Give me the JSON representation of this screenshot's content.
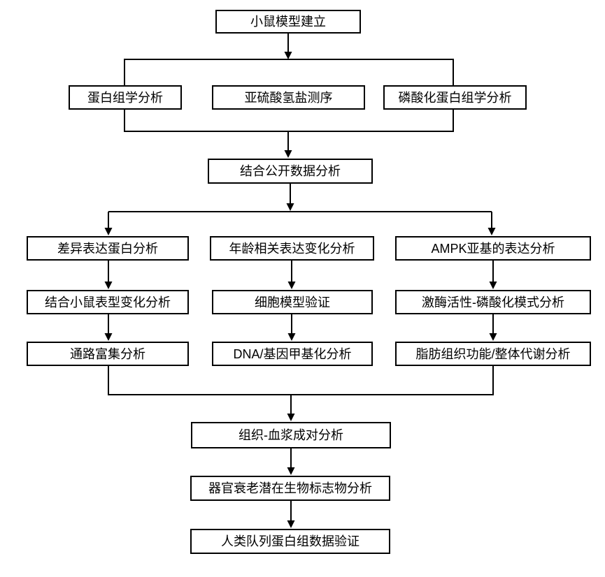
{
  "diagram": {
    "type": "flowchart",
    "background": "#ffffff",
    "line_color": "#000000",
    "box_fill": "#ffffff",
    "box_border_color": "#000000",
    "text_color": "#000000",
    "nodes": {
      "mouse_model": {
        "label": "小鼠模型建立"
      },
      "proteomics": {
        "label": "蛋白组学分析"
      },
      "bisulfite_seq": {
        "label": "亚硫酸氢盐测序"
      },
      "phospho_proteomics": {
        "label": "磷酸化蛋白组学分析"
      },
      "public_data": {
        "label": "结合公开数据分析"
      },
      "diff_expr_protein": {
        "label": "差异表达蛋白分析"
      },
      "age_expression": {
        "label": "年龄相关表达变化分析"
      },
      "ampk_expression": {
        "label": "AMPK亚基的表达分析"
      },
      "mouse_phenotype": {
        "label": "结合小鼠表型变化分析"
      },
      "cell_model": {
        "label": "细胞模型验证"
      },
      "kinase_phospho": {
        "label": "激酶活性-磷酸化模式分析"
      },
      "pathway_enrichment": {
        "label": "通路富集分析"
      },
      "dna_methylation": {
        "label": "DNA/基因甲基化分析"
      },
      "adipose_metabolism": {
        "label": "脂肪组织功能/整体代谢分析"
      },
      "tissue_plasma": {
        "label": "组织-血浆成对分析"
      },
      "organ_biomarker": {
        "label": "器官衰老潜在生物标志物分析"
      },
      "human_cohort": {
        "label": "人类队列蛋白组数据验证"
      }
    },
    "edges": [
      [
        "mouse_model",
        "proteomics"
      ],
      [
        "mouse_model",
        "bisulfite_seq"
      ],
      [
        "mouse_model",
        "phospho_proteomics"
      ],
      [
        "proteomics",
        "public_data"
      ],
      [
        "bisulfite_seq",
        "public_data"
      ],
      [
        "phospho_proteomics",
        "public_data"
      ],
      [
        "public_data",
        "diff_expr_protein"
      ],
      [
        "public_data",
        "age_expression"
      ],
      [
        "public_data",
        "ampk_expression"
      ],
      [
        "diff_expr_protein",
        "mouse_phenotype"
      ],
      [
        "mouse_phenotype",
        "pathway_enrichment"
      ],
      [
        "age_expression",
        "cell_model"
      ],
      [
        "cell_model",
        "dna_methylation"
      ],
      [
        "ampk_expression",
        "kinase_phospho"
      ],
      [
        "kinase_phospho",
        "adipose_metabolism"
      ],
      [
        "pathway_enrichment",
        "tissue_plasma"
      ],
      [
        "adipose_metabolism",
        "tissue_plasma"
      ],
      [
        "tissue_plasma",
        "organ_biomarker"
      ],
      [
        "organ_biomarker",
        "human_cohort"
      ]
    ]
  }
}
